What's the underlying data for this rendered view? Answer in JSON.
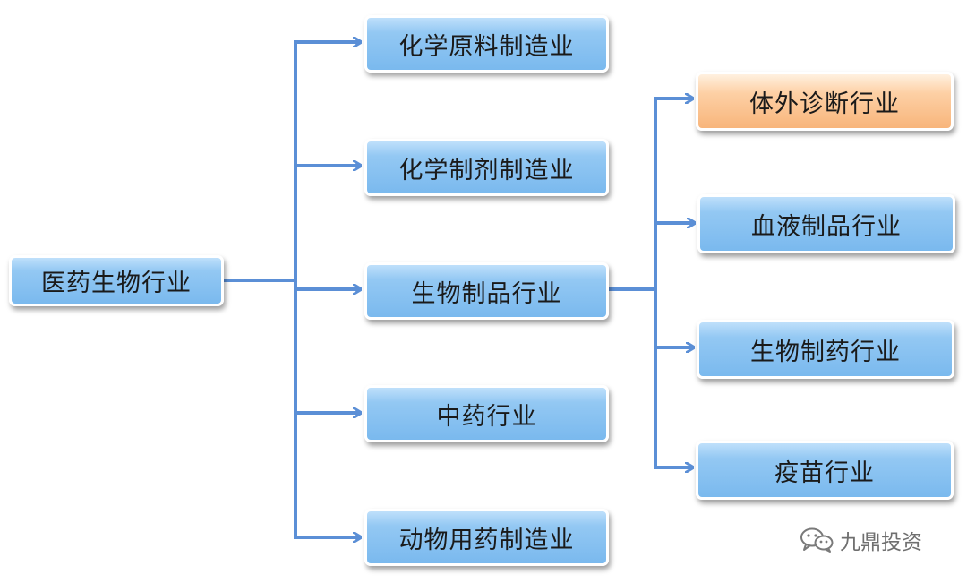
{
  "diagram": {
    "root": {
      "label": "医药生物行业"
    },
    "level1": [
      {
        "label": "化学原料制造业"
      },
      {
        "label": "化学制剂制造业"
      },
      {
        "label": "生物制品行业"
      },
      {
        "label": "中药行业"
      },
      {
        "label": "动物用药制造业"
      }
    ],
    "level2": [
      {
        "label": "体外诊断行业",
        "highlighted": true
      },
      {
        "label": "血液制品行业"
      },
      {
        "label": "生物制药行业"
      },
      {
        "label": "疫苗行业"
      }
    ],
    "colors": {
      "connector": "#5b8fd6",
      "node_fill": "#7ab9ee",
      "highlight_fill": "#f8b57b"
    }
  },
  "watermark": {
    "text": "九鼎投资",
    "icon": "wechat-icon"
  }
}
